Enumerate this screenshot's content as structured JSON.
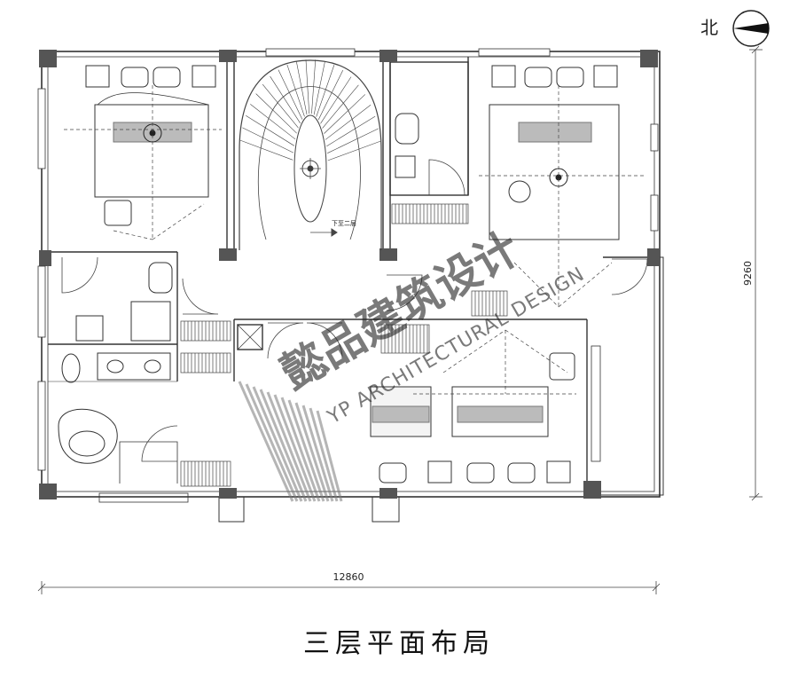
{
  "drawing": {
    "title": "三层平面布局",
    "north_label": "北",
    "dim_width": "12860",
    "dim_height": "9260",
    "stair_note": "下至二层"
  },
  "watermark": {
    "brand_cn": "懿品建筑设计",
    "brand_en": "YP ARCHITECTURAL DESIGN"
  },
  "colors": {
    "line": "#333333",
    "column": "#555555",
    "watermark": "#8a8a8a",
    "hatch": "#666666"
  }
}
